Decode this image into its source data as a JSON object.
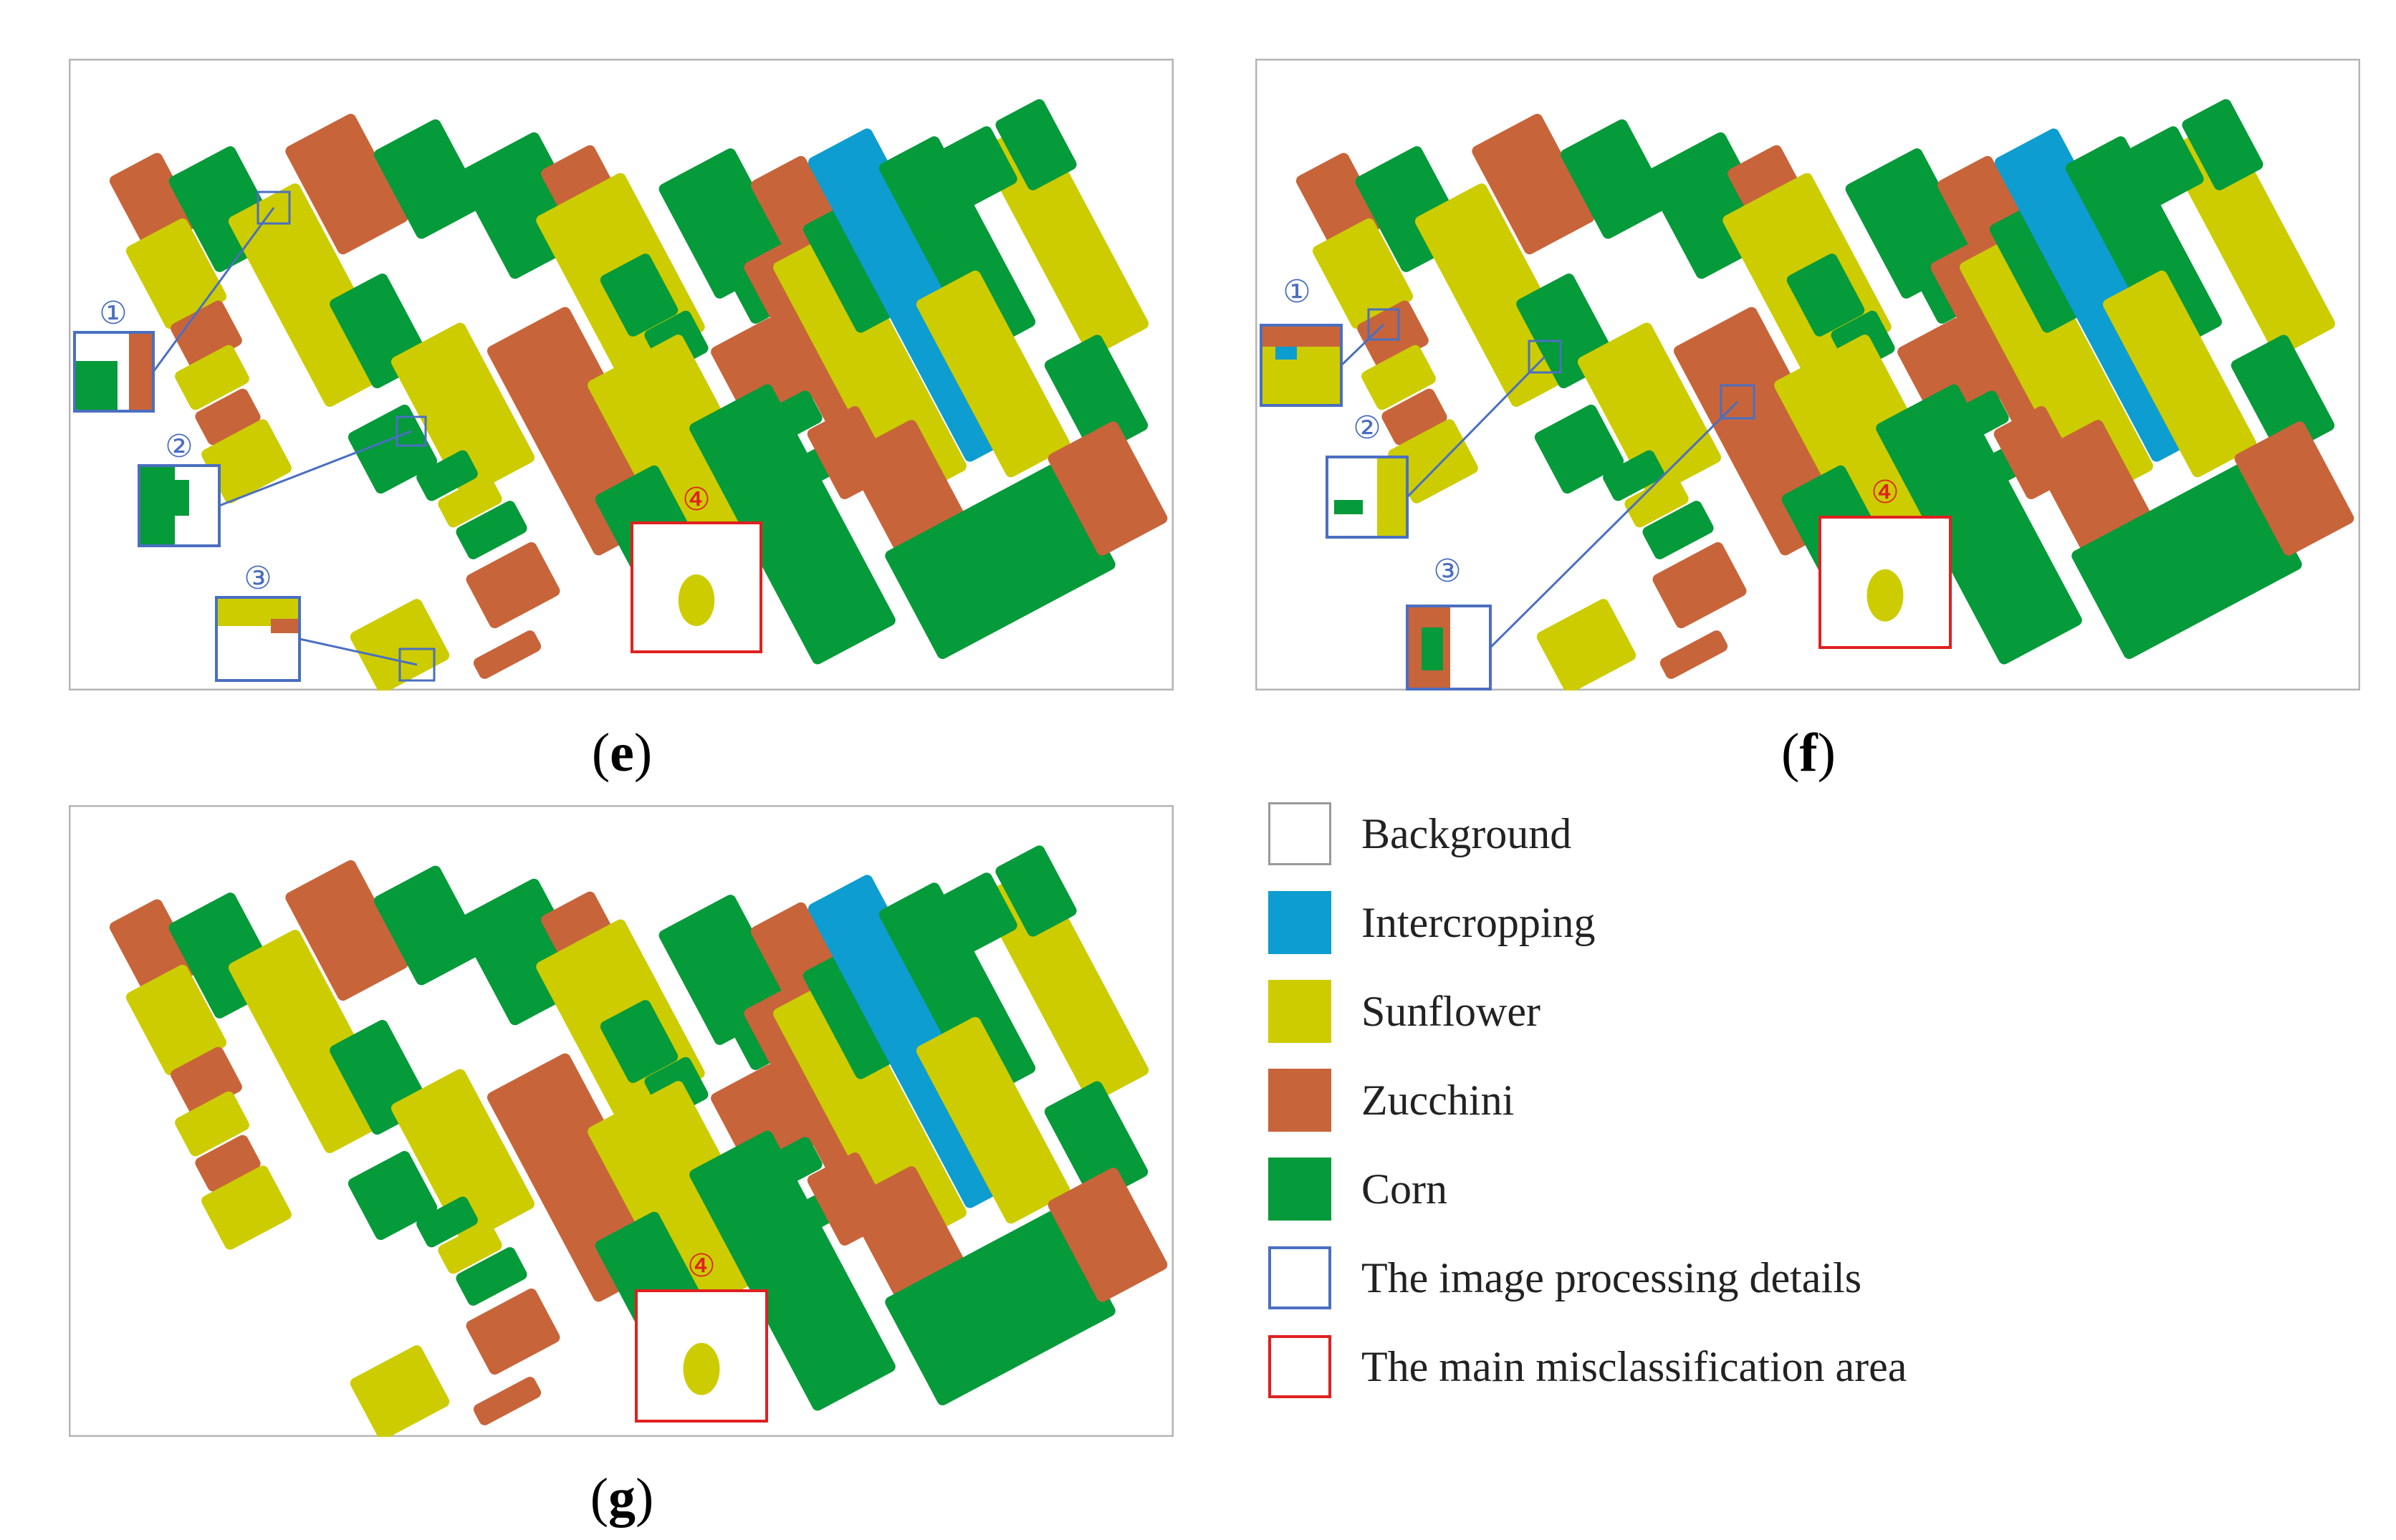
{
  "panels": [
    {
      "id": "e",
      "caption": "e",
      "callouts": [
        "①",
        "②",
        "③"
      ],
      "misclass_marker": "④"
    },
    {
      "id": "f",
      "caption": "f",
      "callouts": [
        "①",
        "②",
        "③"
      ],
      "misclass_marker": "④"
    },
    {
      "id": "g",
      "caption": "g",
      "callouts": [],
      "misclass_marker": "④"
    }
  ],
  "legend": [
    {
      "label": "Background",
      "color": "#ffffff",
      "border": "#999999"
    },
    {
      "label": "Intercropping",
      "color": "#0d9dd0",
      "border": "#0d9dd0"
    },
    {
      "label": "Sunflower",
      "color": "#cccc00",
      "border": "#cccc00"
    },
    {
      "label": "Zucchini",
      "color": "#c8643a",
      "border": "#c8643a"
    },
    {
      "label": "Corn",
      "color": "#059a3a",
      "border": "#059a3a"
    },
    {
      "label": "The image processing details",
      "color": "#ffffff",
      "border": "#4a6fc0"
    },
    {
      "label": "The main misclassification area",
      "color": "#ffffff",
      "border": "#e02020"
    }
  ],
  "colors": {
    "corn": "#059a3a",
    "sunflower": "#cccc00",
    "zucchini": "#c8643a",
    "intercropping": "#0d9dd0",
    "detail_box": "#4a6fc0",
    "misclass_box": "#e02020"
  }
}
